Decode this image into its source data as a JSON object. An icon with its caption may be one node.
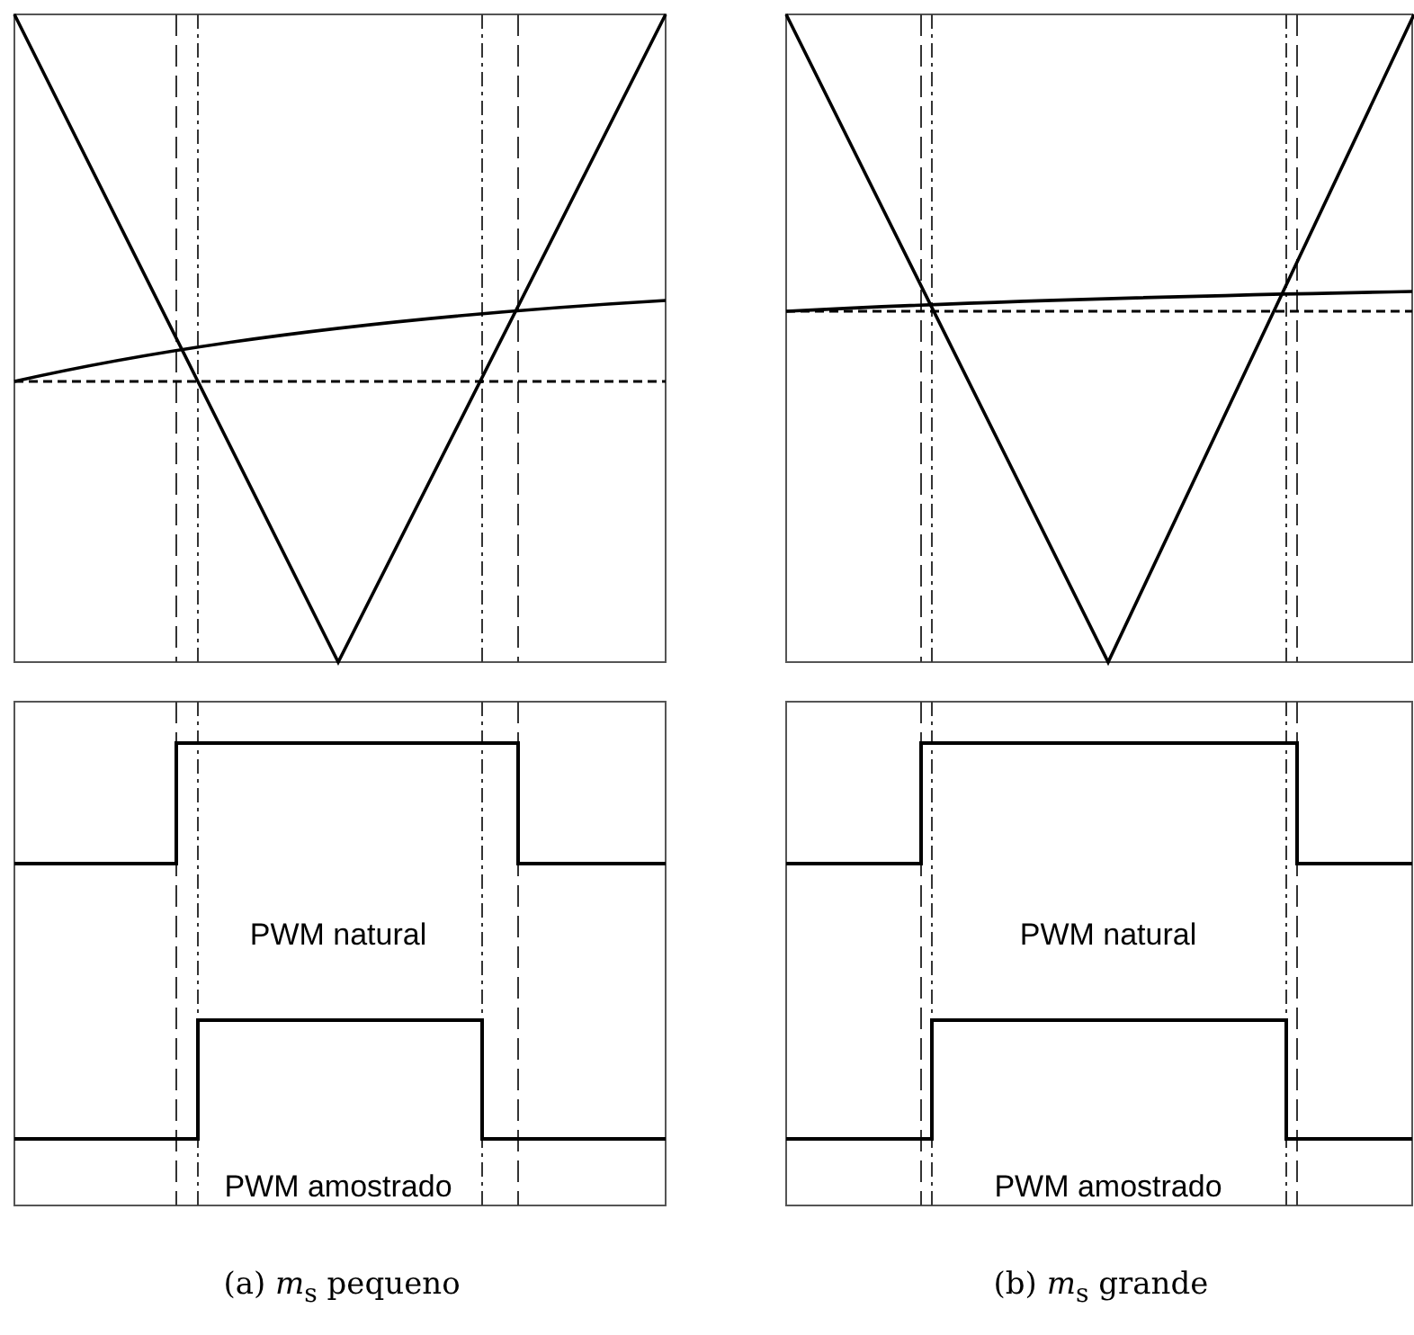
{
  "diagram": {
    "labels": [
      "PWM natural",
      "PWM natural",
      "PWM amostrado",
      "PWM amostrado",
      "(a) *m*$_{s}$ pequeno",
      "(b) *m*$_{s}$ grande"
    ]
  }
}
